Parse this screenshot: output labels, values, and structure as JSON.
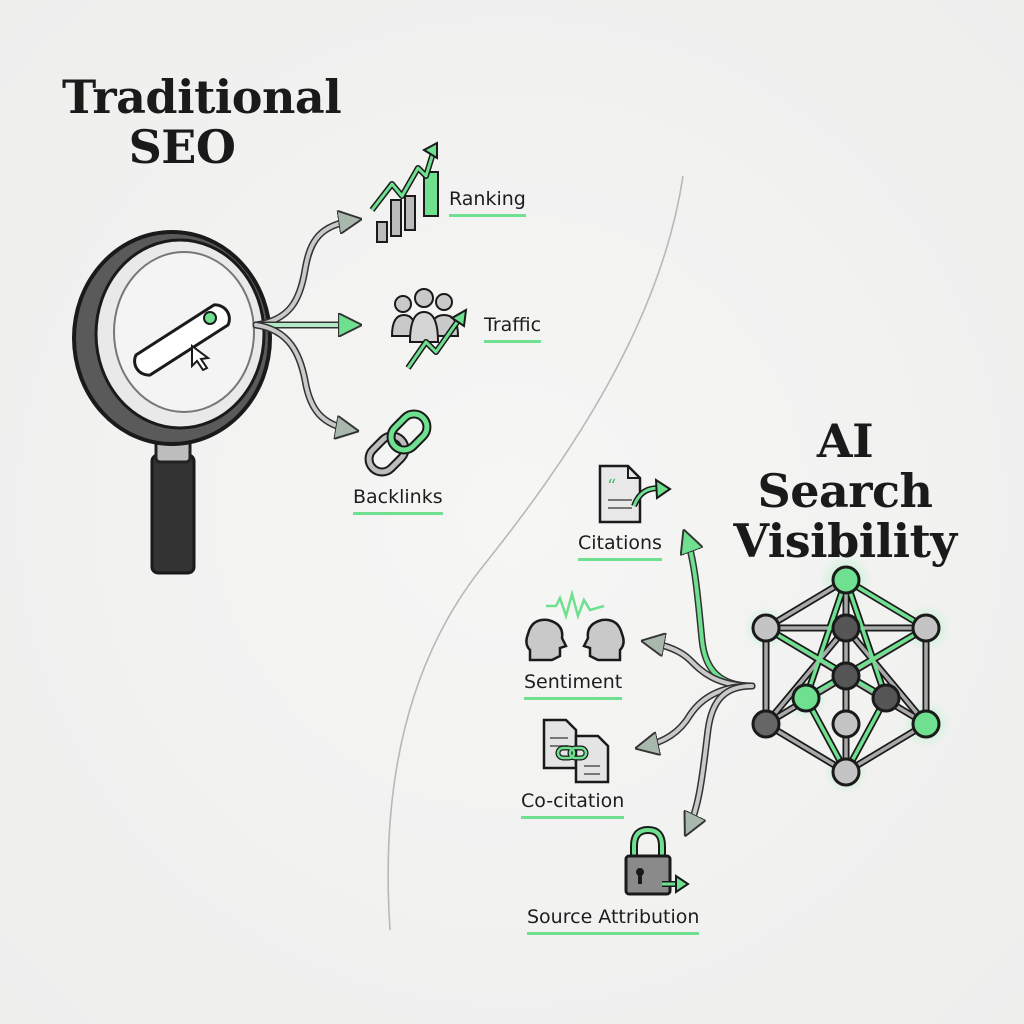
{
  "left_heading": {
    "line1": "Traditional",
    "line2": "SEO"
  },
  "right_heading": {
    "line1": "AI Search",
    "line2": "Visibility"
  },
  "seo_metrics": [
    {
      "label": "Ranking",
      "icon": "bar-chart-trend-icon"
    },
    {
      "label": "Traffic",
      "icon": "people-trend-icon"
    },
    {
      "label": "Backlinks",
      "icon": "chain-link-icon"
    }
  ],
  "ai_metrics": [
    {
      "label": "Citations",
      "icon": "quote-document-icon"
    },
    {
      "label": "Sentiment",
      "icon": "two-heads-waveform-icon"
    },
    {
      "label": "Co-citation",
      "icon": "linked-documents-icon"
    },
    {
      "label": "Source Attribution",
      "icon": "padlock-arrow-icon"
    }
  ],
  "colors": {
    "accent_green": "#5fd98a",
    "line_gray": "#9a9a9a",
    "dark": "#2a2a2a",
    "background": "#f1f1f0"
  }
}
